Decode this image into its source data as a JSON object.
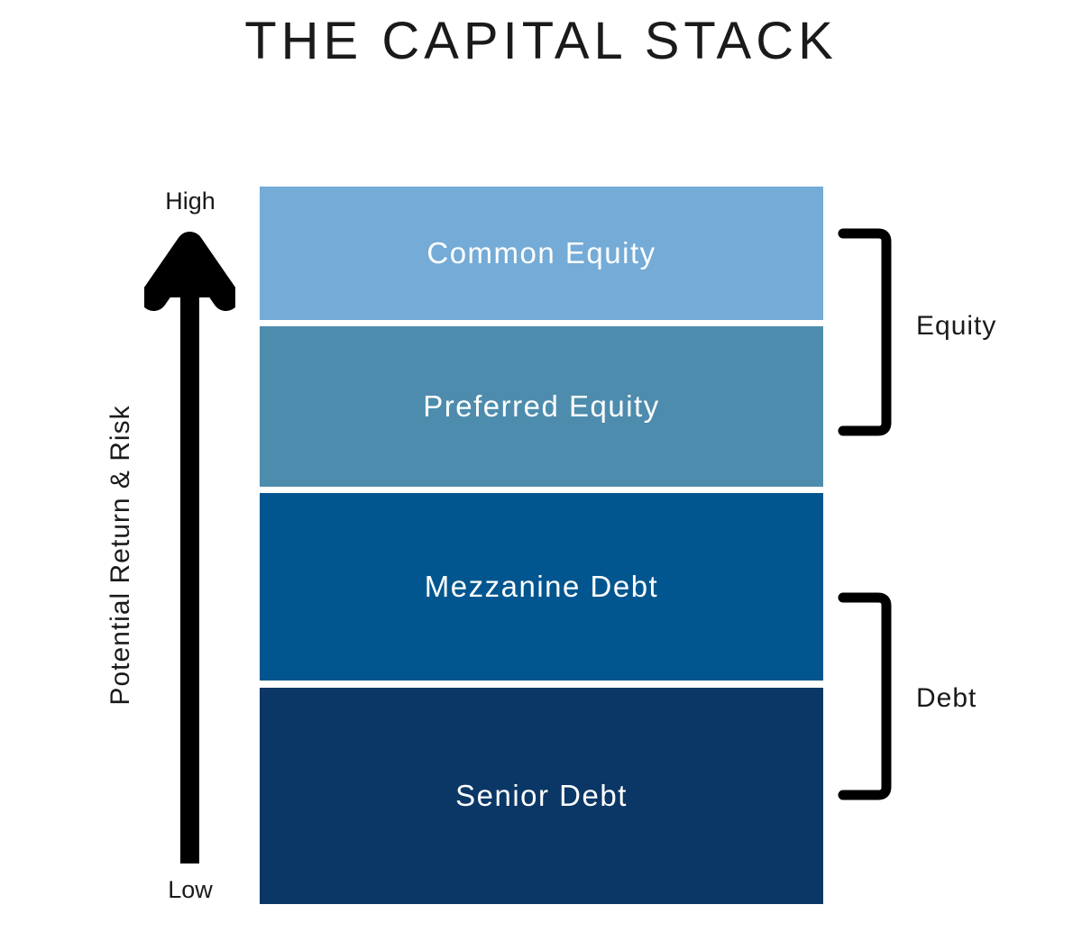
{
  "title": "THE CAPITAL STACK",
  "axis": {
    "label": "Potential Return & Risk",
    "high_label": "High",
    "low_label": "Low"
  },
  "stack": {
    "layers": [
      {
        "label": "Common Equity",
        "color": "#74ABD7",
        "text_color": "#FFFFFF"
      },
      {
        "label": "Preferred Equity",
        "color": "#4E8CAE",
        "text_color": "#FFFFFF"
      },
      {
        "label": "Mezzanine Debt",
        "color": "#02568F",
        "text_color": "#FFFFFF"
      },
      {
        "label": "Senior Debt",
        "color": "#0B3766",
        "text_color": "#FFFFFF"
      }
    ]
  },
  "groups": [
    {
      "label": "Equity",
      "covers": [
        "Common Equity",
        "Preferred Equity"
      ]
    },
    {
      "label": "Debt",
      "covers": [
        "Mezzanine Debt",
        "Senior Debt"
      ]
    }
  ],
  "colors": {
    "background": "#FFFFFF",
    "title_text": "#1A1A1A",
    "annotation_text": "#1A1A1A",
    "arrow": "#000000",
    "bracket": "#000000"
  }
}
